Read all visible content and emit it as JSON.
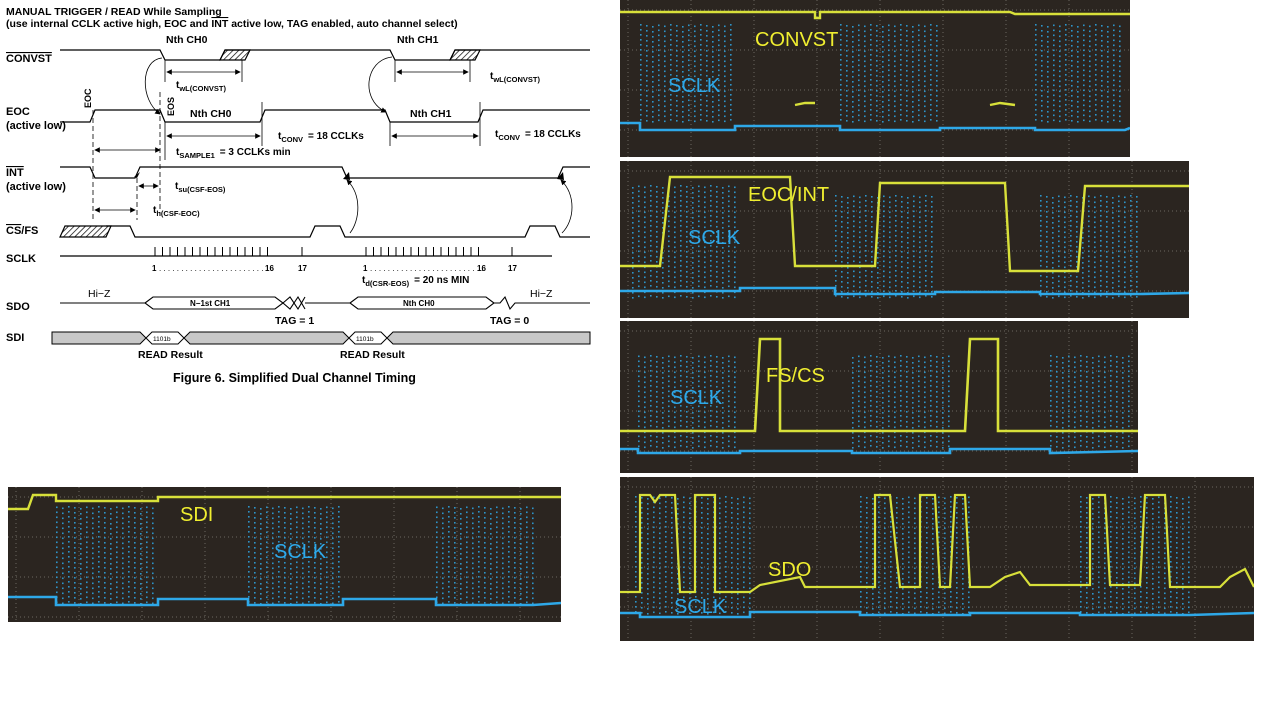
{
  "timing_diagram": {
    "header_title": "MANUAL TRIGGER / READ While Sampling",
    "header_subtitle_pre": "(use internal CCLK active high, EOC and ",
    "header_subtitle_over": "INT",
    "header_subtitle_post": " active low, TAG enabled, auto channel select)",
    "figure_caption": "Figure 6. Simplified Dual Channel Timing",
    "signals": {
      "convst": "CONVST",
      "eoc": "EOC",
      "eoc_sub": "(active low)",
      "int": "INT",
      "int_sub": "(active low)",
      "cs": "CS",
      "cs_suffix": "/FS",
      "sclk": "SCLK",
      "sdo": "SDO",
      "sdi": "SDI"
    },
    "annotations": {
      "nth_ch0_top": "Nth CH0",
      "nth_ch1_top": "Nth  CH1",
      "nth_ch0_eoc": "Nth CH0",
      "nth_ch1_eoc": "Nth CH1",
      "eoc_vertical": "EOC",
      "eos_vertical": "EOS",
      "t_wl_convst_1": "t",
      "t_wl_convst_1_sub": "wL(CONVST)",
      "t_wl_convst_2": "t",
      "t_wl_convst_2_sub": "wL(CONVST)",
      "t_conv_1": "t",
      "t_conv_1_sub": "CONV",
      "t_conv_1_val": "= 18 CCLKs",
      "t_conv_2": "t",
      "t_conv_2_sub": "CONV",
      "t_conv_2_val": "= 18 CCLKs",
      "t_sample": "t",
      "t_sample_sub": "SAMPLE1",
      "t_sample_val": "= 3 CCLKs min",
      "t_su": "t",
      "t_su_sub": "su(CSF-EOS)",
      "t_h": "t",
      "t_h_sub": "h(CSF-EOC)",
      "t_d": "t",
      "t_d_sub": "d(CSR-EOS)",
      "t_d_val": "= 20 ns MIN",
      "sclk_1a": "1",
      "sclk_16a": "16",
      "sclk_17a": "17",
      "sclk_1b": "1",
      "sclk_16b": "16",
      "sclk_17b": "17",
      "hiz_left": "Hi−Z",
      "hiz_right": "Hi−Z",
      "sdo_n1": "N−1st CH1",
      "sdo_nth": "Nth CH0",
      "tag1": "TAG = 1",
      "tag0": "TAG = 0",
      "sdi_cmd1": "1101b",
      "sdi_cmd2": "1101b",
      "read_result_1": "READ Result",
      "read_result_2": "READ Result"
    }
  },
  "scope_captures": [
    {
      "id": "convst",
      "labels": [
        {
          "text": "CONVST",
          "color": "yellow"
        },
        {
          "text": "SCLK",
          "color": "cyan"
        }
      ]
    },
    {
      "id": "eoc-int",
      "labels": [
        {
          "text": "EOC/INT",
          "color": "yellow"
        },
        {
          "text": "SCLK",
          "color": "cyan"
        }
      ]
    },
    {
      "id": "fs-cs",
      "labels": [
        {
          "text": "SCLK",
          "color": "cyan"
        },
        {
          "text": "FS/CS",
          "color": "yellow"
        }
      ]
    },
    {
      "id": "sdo",
      "labels": [
        {
          "text": "SDO",
          "color": "yellow"
        },
        {
          "text": "SCLK",
          "color": "cyan"
        }
      ]
    },
    {
      "id": "sdi",
      "labels": [
        {
          "text": "SDI",
          "color": "yellow"
        },
        {
          "text": "SCLK",
          "color": "cyan"
        }
      ]
    }
  ],
  "colors": {
    "trace_yellow": "#d8e03a",
    "trace_cyan": "#2ea8e8",
    "scope_bg": "#2b2520",
    "grid": "#6b6660",
    "label_yellow": "#f0ee30",
    "label_cyan": "#2ea8e8"
  }
}
